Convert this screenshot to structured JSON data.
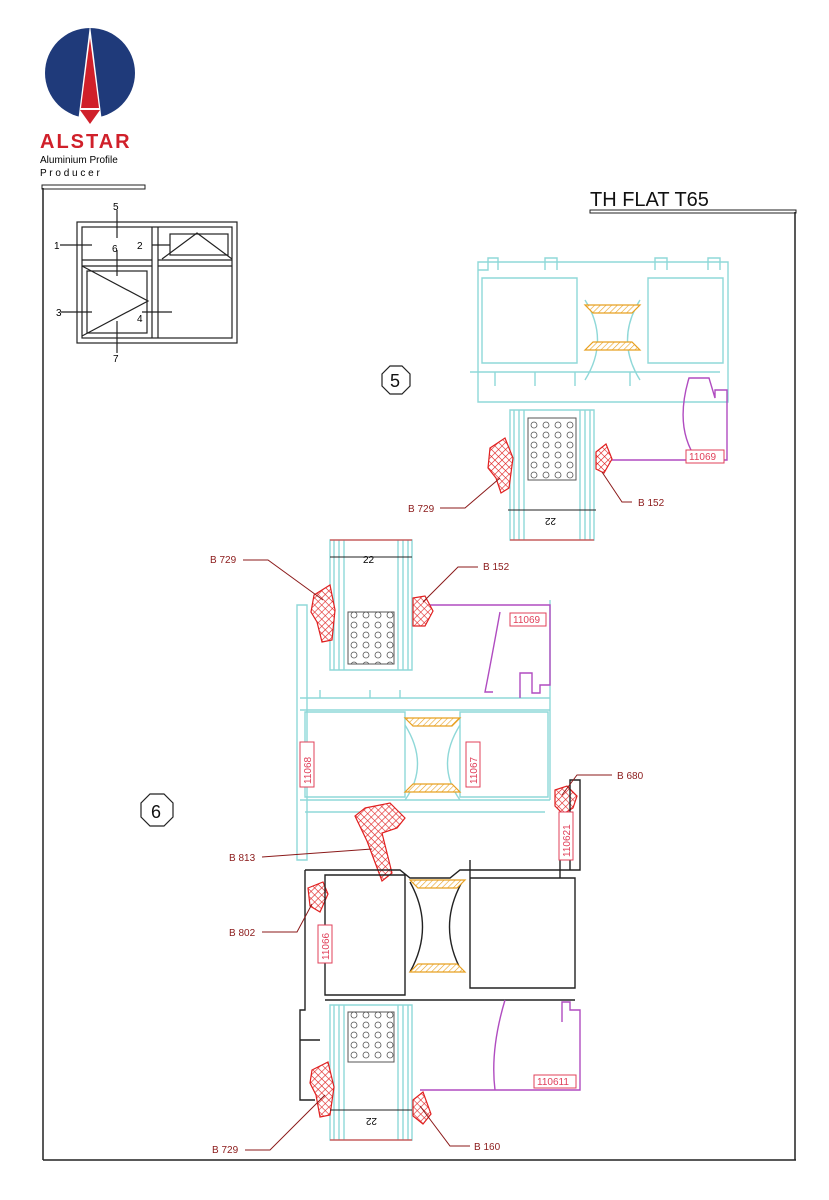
{
  "logo": {
    "brand": "ALSTAR",
    "line1": "Aluminium Profile",
    "line2": "P r o d u c e r",
    "colors": {
      "blue": "#1f3a7a",
      "red": "#d0202a"
    }
  },
  "title": "TH FLAT T65",
  "key_diagram": {
    "labels": [
      "1",
      "2",
      "3",
      "4",
      "5",
      "6",
      "7"
    ]
  },
  "section5": {
    "number": "5",
    "labels": {
      "gasket_left": "B 729",
      "gasket_right": "B 152",
      "bead": "11069",
      "dimension": "22"
    }
  },
  "section6": {
    "number": "6",
    "labels": {
      "gasket_top_left": "B 729",
      "gasket_top_right": "B 152",
      "dimension_top": "22",
      "bead_top": "11069",
      "frame_left": "11068",
      "frame_right": "11067",
      "gasket_b680": "B 680",
      "gasket_b813": "B 813",
      "gasket_b802": "B 802",
      "sash_left": "11066",
      "sash_right": "110621",
      "bead_bottom": "110611",
      "gasket_bottom_left": "B 729",
      "gasket_bottom_right": "B 160",
      "dimension_bottom": "22"
    }
  }
}
